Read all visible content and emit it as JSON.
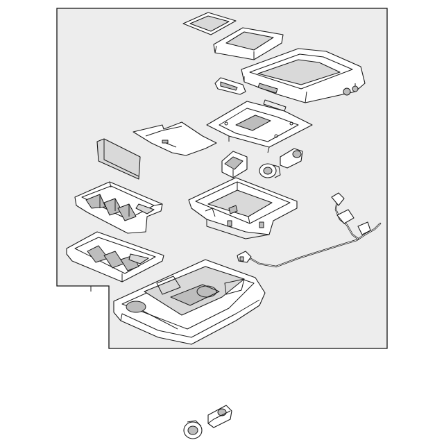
{
  "diagram": {
    "type": "exploded-parts-diagram",
    "colors": {
      "frame_fill": "#ededed",
      "line": "#1a1a1a",
      "part_fill": "#ffffff",
      "shade": "#d9d9d9"
    },
    "parts": [
      "lid-pad",
      "lid-bezel",
      "armrest-lid",
      "latch-button",
      "hinge-plate",
      "mat",
      "cover-panel",
      "bracket",
      "bumper",
      "grommet",
      "upper-tray",
      "lower-tray",
      "storage-bin",
      "wire-harness",
      "console-base",
      "loose-grommet",
      "loose-bumper"
    ]
  }
}
